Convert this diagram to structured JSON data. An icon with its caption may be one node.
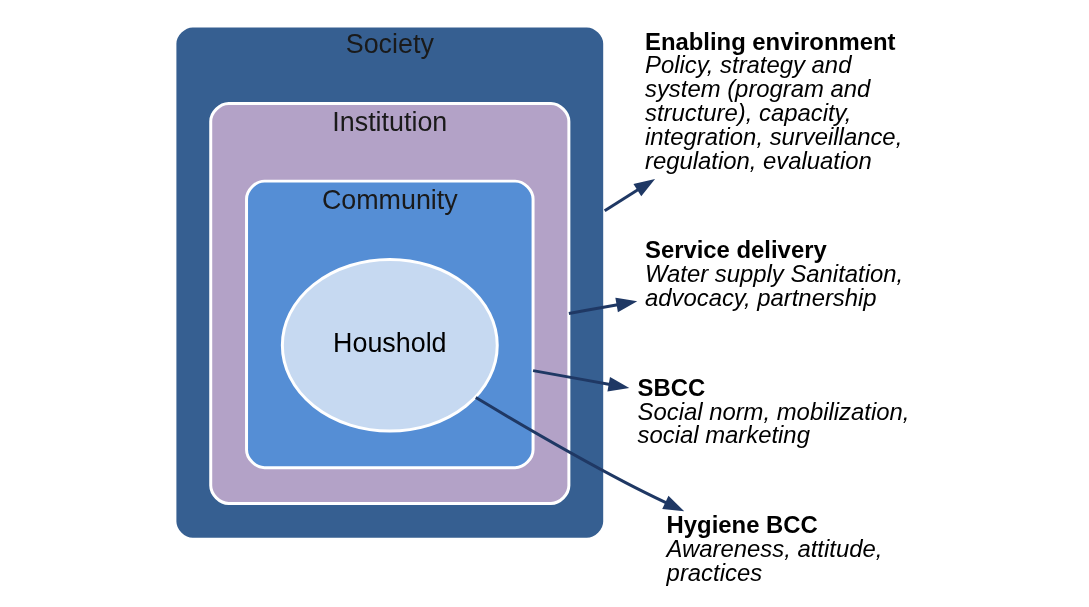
{
  "diagram": {
    "nodes": [
      {
        "text": [
          "Society"
        ]
      },
      {
        "text": [
          "Institution"
        ],
        "in": 0
      },
      {
        "text": [
          "Community"
        ],
        "in": 1
      },
      {
        "text": [
          "Houshold"
        ],
        "in": 2
      },
      {
        "text": [
          "Enabling environment",
          "Policy, strategy and system (program and structure), capacity, integration, surveillance, regulation, evaluation"
        ]
      },
      {
        "text": [
          "Service delivery",
          "Water supply Sanitation, advocacy, partnership"
        ]
      },
      {
        "text": [
          "SBCC",
          "Social norm, mobilization, social marketing"
        ]
      },
      {
        "text": [
          "Hygiene BCC",
          "Awareness, attitude, practices"
        ]
      }
    ],
    "edges": [
      {
        "from": 0,
        "to": 4,
        "arrow": "to"
      },
      {
        "from": 1,
        "to": 5,
        "arrow": "to"
      },
      {
        "from": 2,
        "to": 6,
        "arrow": "to"
      },
      {
        "from": 3,
        "to": 7,
        "arrow": "to"
      }
    ]
  }
}
